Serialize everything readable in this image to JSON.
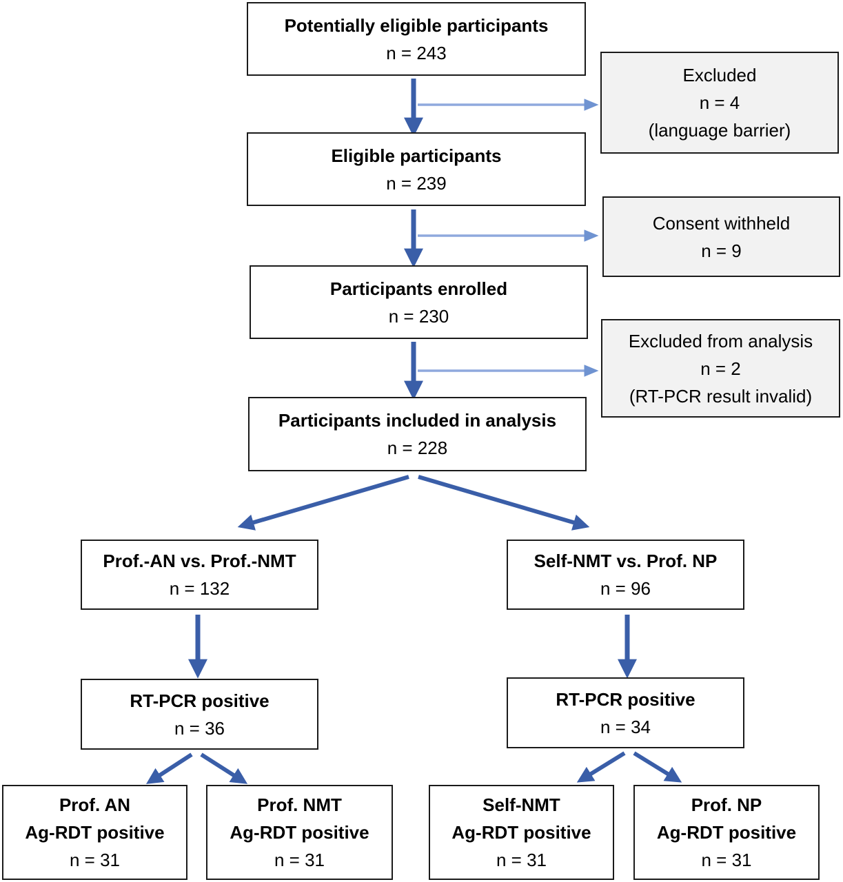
{
  "nodes": {
    "potentially_eligible": {
      "title": "Potentially eligible participants",
      "n": "n = 243"
    },
    "excluded": {
      "title": "Excluded",
      "n": "n = 4",
      "reason": "(language barrier)"
    },
    "eligible": {
      "title": "Eligible participants",
      "n": "n = 239"
    },
    "consent_withheld": {
      "title": "Consent withheld",
      "n": "n = 9"
    },
    "enrolled": {
      "title": "Participants enrolled",
      "n": "n = 230"
    },
    "excluded_analysis": {
      "title": "Excluded from analysis",
      "n": "n = 2",
      "reason": "(RT-PCR result invalid)"
    },
    "included_analysis": {
      "title": "Participants included in analysis",
      "n": "n = 228"
    },
    "prof_an_vs_nmt": {
      "title": "Prof.-AN vs. Prof.-NMT",
      "n": "n = 132"
    },
    "self_nmt_vs_np": {
      "title": "Self-NMT vs. Prof. NP",
      "n": "n = 96"
    },
    "rtpcr_left": {
      "title": "RT-PCR positive",
      "n": "n = 36"
    },
    "rtpcr_right": {
      "title": "RT-PCR positive",
      "n": "n = 34"
    },
    "prof_an_pos": {
      "title": "Prof. AN",
      "subtitle": "Ag-RDT positive",
      "n": "n = 31"
    },
    "prof_nmt_pos": {
      "title": "Prof. NMT",
      "subtitle": "Ag-RDT positive",
      "n": "n = 31"
    },
    "self_nmt_pos": {
      "title": "Self-NMT",
      "subtitle": "Ag-RDT positive",
      "n": "n = 31"
    },
    "prof_np_pos": {
      "title": "Prof. NP",
      "subtitle": "Ag-RDT positive",
      "n": "n = 31"
    }
  },
  "colors": {
    "arrow_main": "#3a5ea8",
    "arrow_side": "#7f9fd6",
    "side_box_bg": "#f2f2f2"
  }
}
